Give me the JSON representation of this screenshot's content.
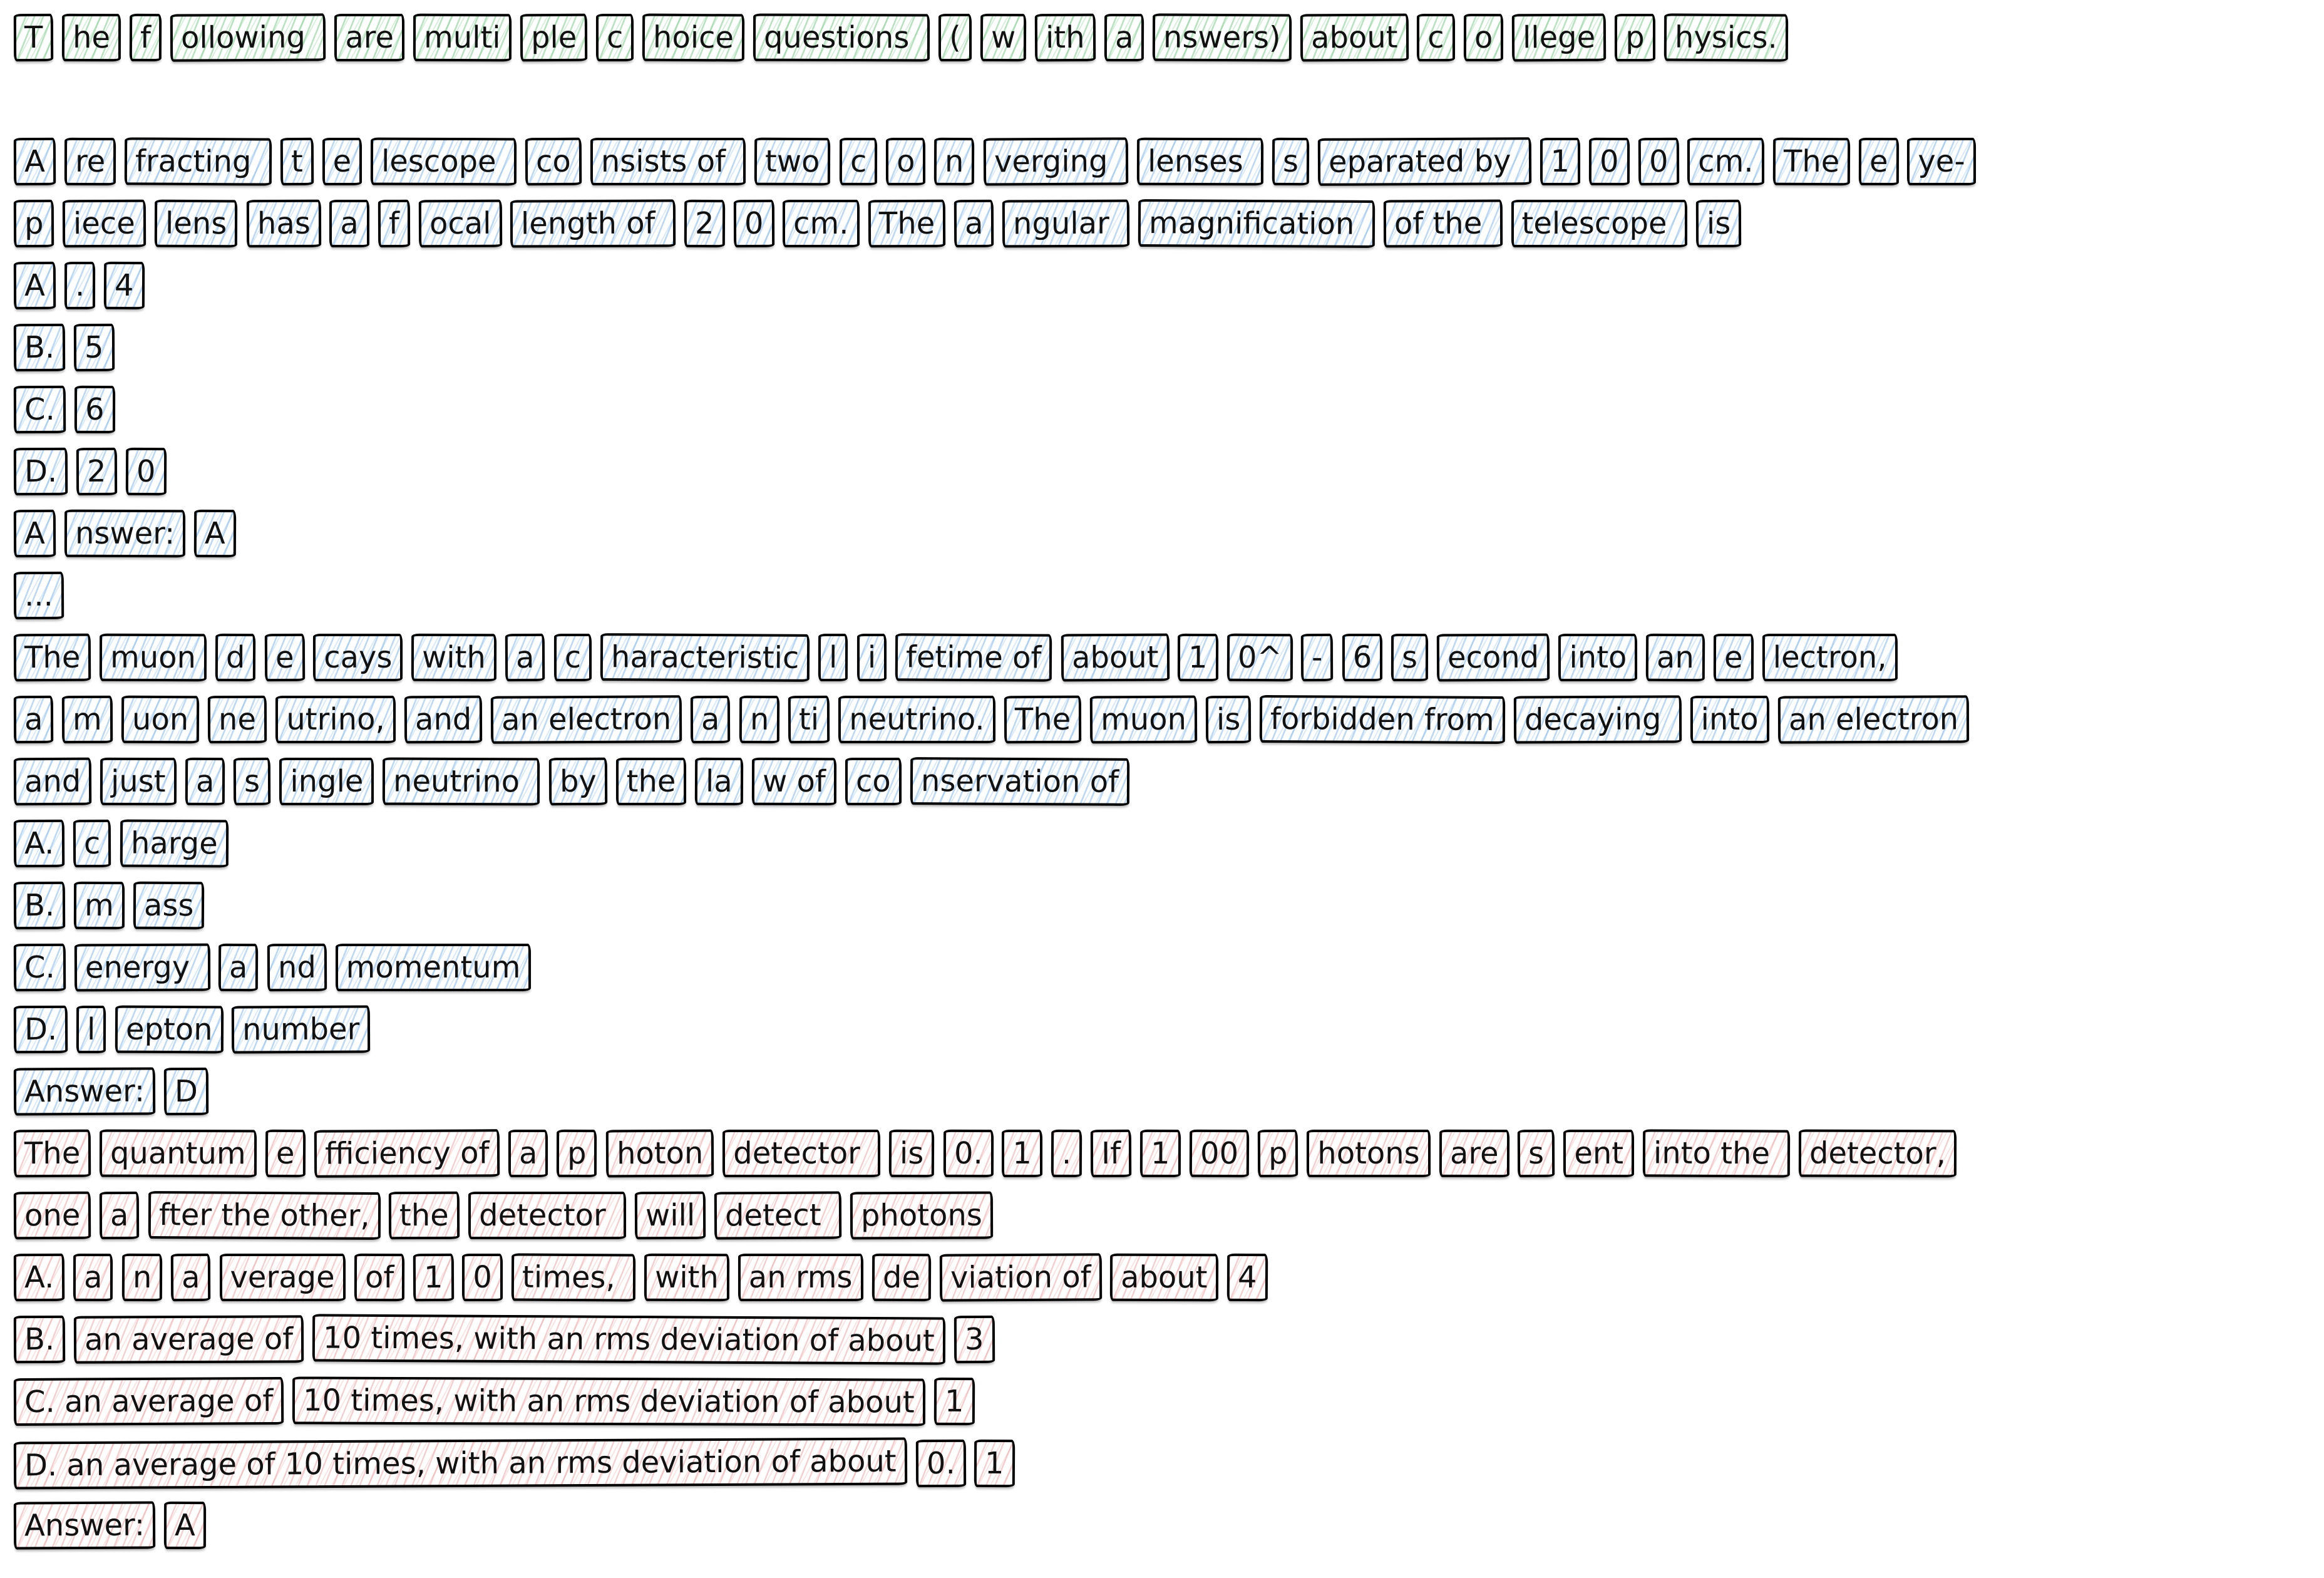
{
  "palette": {
    "background": "#ffffff",
    "border": "#000000",
    "text": "#111111",
    "prompt_hatch": "#7dcb8c",
    "question1_hatch": "#7ab2e8",
    "question2_hatch": "#e99494"
  },
  "rows": [
    {
      "section": "prompt",
      "tokens": [
        "T",
        "he",
        "f",
        "ollowing ",
        "are",
        "multi",
        "ple",
        "c",
        "hoice",
        "questions ",
        "(",
        "w",
        "ith",
        "a",
        "nswers)",
        "about",
        "c",
        "o",
        "llege",
        "p",
        "hysics."
      ]
    },
    {
      "section": "spacer",
      "tokens": []
    },
    {
      "section": "question1",
      "tokens": [
        "A",
        "re",
        "fracting ",
        "t",
        "e",
        "lescope ",
        "co",
        "nsists of ",
        "two",
        "c",
        "o",
        "n",
        "verging ",
        "lenses ",
        "s",
        "eparated by ",
        "1",
        "0",
        "0",
        "cm.",
        "The",
        "e",
        "ye-"
      ]
    },
    {
      "section": "question1",
      "tokens": [
        "p",
        "iece",
        "lens",
        "has",
        "a",
        "f",
        "ocal",
        "length of ",
        "2",
        "0",
        "cm.",
        "The",
        "a",
        "ngular ",
        "magnification ",
        "of the ",
        "telescope ",
        "is"
      ]
    },
    {
      "section": "question1",
      "tokens": [
        "A",
        ".",
        "4"
      ]
    },
    {
      "section": "question1",
      "tokens": [
        "B.",
        "5"
      ]
    },
    {
      "section": "question1",
      "tokens": [
        "C.",
        "6"
      ]
    },
    {
      "section": "question1",
      "tokens": [
        "D.",
        "2",
        "0"
      ]
    },
    {
      "section": "question1",
      "tokens": [
        "A",
        "nswer:",
        "A"
      ]
    },
    {
      "section": "question1",
      "tokens": [
        "..."
      ]
    },
    {
      "section": "question1",
      "tokens": [
        "The",
        "muon",
        "d",
        "e",
        "cays",
        "with",
        "a",
        "c",
        "haracteristic",
        "l",
        "i",
        "fetime of",
        "about",
        "1",
        "0^",
        "-",
        "6",
        "s",
        "econd",
        "into",
        "an",
        "e",
        "lectron,"
      ]
    },
    {
      "section": "question1",
      "tokens": [
        "a",
        "m",
        "uon",
        "ne",
        "utrino,",
        "and",
        "an electron",
        "a",
        "n",
        "ti",
        "neutrino.",
        "The",
        "muon",
        "is",
        "forbidden from",
        "decaying ",
        "into",
        "an electron"
      ]
    },
    {
      "section": "question1",
      "tokens": [
        "and",
        "just",
        "a",
        "s",
        "ingle",
        "neutrino ",
        "by",
        "the",
        "la",
        "w of",
        "co",
        "nservation of"
      ]
    },
    {
      "section": "question1",
      "tokens": [
        "A.",
        "c",
        "harge"
      ]
    },
    {
      "section": "question1",
      "tokens": [
        "B.",
        "m",
        "ass"
      ]
    },
    {
      "section": "question1",
      "tokens": [
        "C.",
        "energy ",
        "a",
        "nd",
        "momentum"
      ]
    },
    {
      "section": "question1",
      "tokens": [
        "D.",
        "l",
        "epton",
        "number"
      ]
    },
    {
      "section": "question1",
      "tokens": [
        "Answer:",
        "D"
      ]
    },
    {
      "section": "question2",
      "tokens": [
        "The",
        "quantum",
        "e",
        "fficiency of",
        "a",
        "p",
        "hoton",
        "detector ",
        "is",
        "0.",
        "1",
        ".",
        "If",
        "1",
        "00",
        "p",
        "hotons",
        "are",
        "s",
        "ent",
        "into the ",
        "detector,"
      ]
    },
    {
      "section": "question2",
      "tokens": [
        "one",
        "a",
        "fter the other,",
        "the",
        "detector ",
        "will",
        "detect ",
        "photons"
      ]
    },
    {
      "section": "question2",
      "tokens": [
        "A.",
        "a",
        "n",
        "a",
        "verage",
        "of",
        "1",
        "0",
        "times, ",
        "with",
        "an rms",
        "de",
        "viation of",
        "about",
        "4"
      ]
    },
    {
      "section": "question2",
      "tokens": [
        "B.",
        "an average of",
        "10 times, with an rms deviation of about",
        "3"
      ]
    },
    {
      "section": "question2",
      "tokens": [
        "C. an average of",
        "10 times, with an rms deviation of about",
        "1"
      ]
    },
    {
      "section": "question2",
      "tokens": [
        "D. an average of 10 times, with an rms deviation of about",
        "0.",
        "1"
      ]
    },
    {
      "section": "question2",
      "tokens": [
        "Answer:",
        "A"
      ]
    }
  ]
}
